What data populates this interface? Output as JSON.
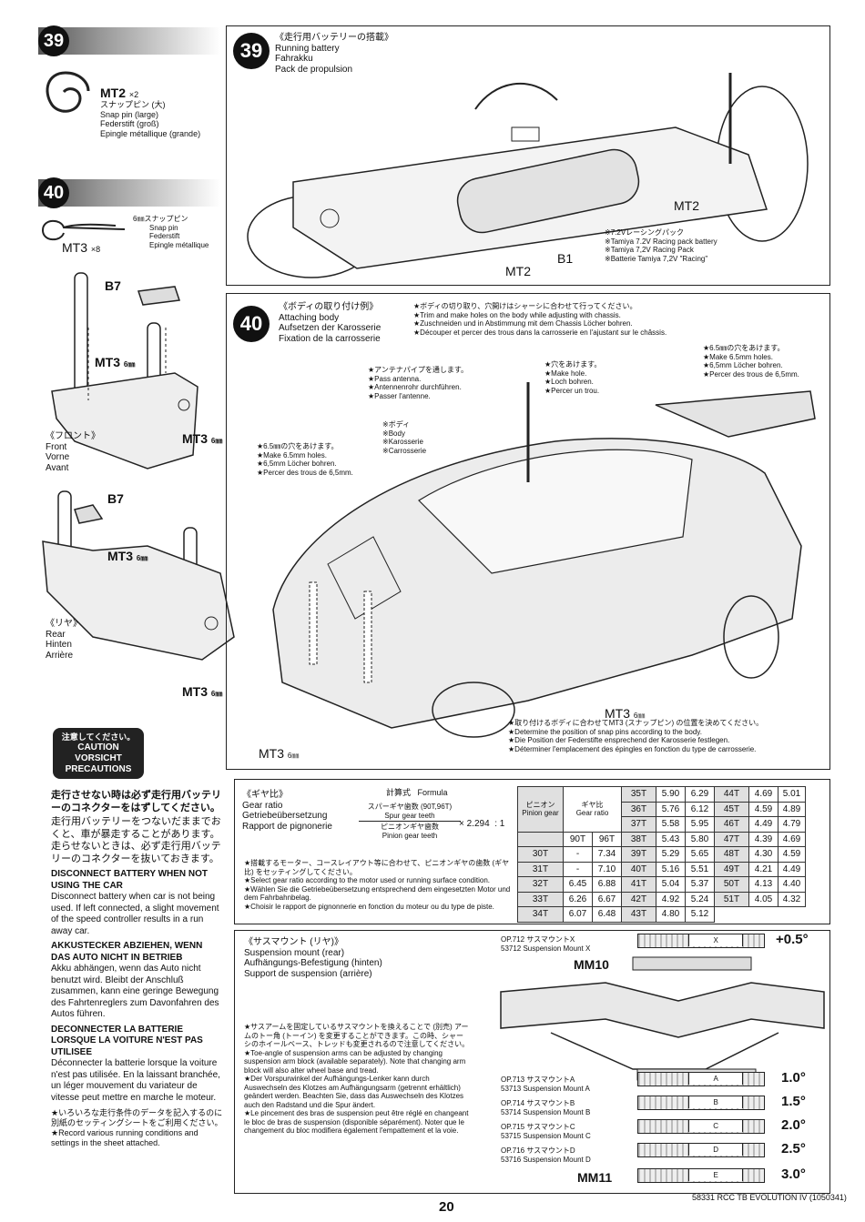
{
  "step39": {
    "number": "39",
    "part_label": "MT2",
    "part_qty": "×2",
    "part_jp": "スナップピン (大)",
    "part_en": "Snap pin (large)",
    "part_de": "Federstift (groß)",
    "part_fr": "Epingle métallique (grande)",
    "title_jp": "《走行用バッテリーの搭載》",
    "title_en": "Running battery",
    "title_de": "Fahrakku",
    "title_fr": "Pack de propulsion",
    "label_mt2_a": "MT2",
    "label_mt2_b": "MT2",
    "label_b1": "B1",
    "battery_jp": "※7.2Vレーシングパック",
    "battery_en": "※Tamiya 7.2V Racing pack battery",
    "battery_de": "※Tamiya 7,2V Racing Pack",
    "battery_fr": "※Batterie Tamiya 7,2V \"Racing\""
  },
  "step40": {
    "number": "40",
    "part_jp": "6㎜スナップピン",
    "part_en": "Snap pin",
    "part_de": "Federstift",
    "part_fr": "Epingle métallique",
    "part_label": "MT3",
    "part_qty": "×8",
    "label_b7_a": "B7",
    "label_mt3_a": "MT3",
    "label_mt3_a_unit": "6㎜",
    "label_mt3_b": "MT3",
    "label_mt3_b_unit": "6㎜",
    "front_jp": "《フロント》",
    "front_en": "Front",
    "front_de": "Vorne",
    "front_fr": "Avant",
    "label_b7_b": "B7",
    "label_mt3_c": "MT3",
    "label_mt3_c_unit": "6㎜",
    "rear_jp": "《リヤ》",
    "rear_en": "Rear",
    "rear_de": "Hinten",
    "rear_fr": "Arrière",
    "label_mt3_d": "MT3",
    "label_mt3_d_unit": "6㎜",
    "title_jp": "《ボディの取り付け例》",
    "title_en": "Attaching body",
    "title_de": "Aufsetzen der Karosserie",
    "title_fr": "Fixation de la carrosserie",
    "trim_jp": "★ボディの切り取り、穴開けはシャーシに合わせて行ってください。",
    "trim_en": "★Trim and make holes on the body while adjusting with chassis.",
    "trim_de": "★Zuschneiden und in Abstimmung mit dem Chassis Löcher bohren.",
    "trim_fr": "★Découper et percer des trous dans la carrosserie en l'ajustant sur le châssis.",
    "antenna_jp": "★アンテナパイプを通します。",
    "antenna_en": "★Pass antenna.",
    "antenna_de": "★Antennenrohr durchführen.",
    "antenna_fr": "★Passer l'antenne.",
    "hole_jp": "★穴をあけます。",
    "hole_en": "★Make hole.",
    "hole_de": "★Loch bohren.",
    "hole_fr": "★Percer un trou.",
    "h65_right_jp": "★6.5㎜の穴をあけます。",
    "h65_right_en": "★Make 6.5mm holes.",
    "h65_right_de": "★6,5mm Löcher bohren.",
    "h65_right_fr": "★Percer des trous de 6,5mm.",
    "body_jp": "※ボディ",
    "body_en": "※Body",
    "body_de": "※Karosserie",
    "body_fr": "※Carrosserie",
    "h65_left_jp": "★6.5㎜の穴をあけます。",
    "h65_left_en": "★Make 6.5mm holes.",
    "h65_left_de": "★6,5mm Löcher bohren.",
    "h65_left_fr": "★Percer des trous de 6,5mm.",
    "label_mt3_e": "MT3",
    "label_mt3_e_unit": "6㎜",
    "label_mt3_f": "MT3",
    "label_mt3_f_unit": "6㎜",
    "snap_jp": "★取り付けるボディに合わせてMT3 (スナップピン) の位置を決めてください。",
    "snap_en": "★Determine the position of snap pins according to the body.",
    "snap_de": "★Die Position der Federstifte ensprechend der Karosserie festlegen.",
    "snap_fr": "★Déterminer l'emplacement des épingles en fonction du type de carrosserie."
  },
  "caution": {
    "line1": "注意してください。",
    "line2": "CAUTION",
    "line3": "VORSICHT",
    "line4": "PRECAUTIONS",
    "jp1": "走行させない時は必ず走行用バッテリーのコネクターをはずしてください。",
    "jp2": "走行用バッテリーをつないだままでおくと、車が暴走することがあります。走らせないときは、必ず走行用バッテリーのコネクターを抜いておきます。",
    "en_head": "DISCONNECT BATTERY WHEN NOT USING THE CAR",
    "en_body": "Disconnect battery when car is not being used. If left connected, a slight movement of the speed controller results in a run away car.",
    "de_head": "AKKUSTECKER ABZIEHEN, WENN DAS AUTO NICHT IN BETRIEB",
    "de_body": "Akku abhängen, wenn das Auto nicht benutzt wird. Bleibt der Anschluß zusammen, kann eine geringe Bewegung des Fahrtenreglers zum Davonfahren des Autos führen.",
    "fr_head": "DECONNECTER LA BATTERIE LORSQUE LA VOITURE N'EST PAS UTILISEE",
    "fr_body": "Déconnecter la batterie lorsque la voiture n'est pas utilisée. En la laissant branchée, un léger mouvement du variateur de vitesse peut mettre en marche le moteur.",
    "rec_jp": "★いろいろな走行条件のデータを記入するのに別紙のセッティングシートをご利用ください。",
    "rec_en": "★Record various running conditions and settings in the sheet attached."
  },
  "gear": {
    "title_jp": "《ギヤ比》",
    "title_en": "Gear ratio",
    "title_de": "Getriebeübersetzung",
    "title_fr": "Rapport de pignonerie",
    "formula_jp": "計算式",
    "formula_en": "Formula",
    "spur_jp": "スパーギヤ歯数 (90T,96T)",
    "spur_en": "Spur gear teeth",
    "pinion_jp": "ピニオンギヤ歯数",
    "pinion_en": "Pinion gear teeth",
    "multiplier": "× 2.294",
    "ratio_suffix": ": 1",
    "note_jp": "★搭載するモーター、コースレイアウト等に合わせて、ピニオンギヤの歯数 (ギヤ比) をセッティングしてください。",
    "note_en": "★Select gear ratio according to the motor used or running surface condition.",
    "note_de": "★Wählen Sie die Getriebeübersetzung entsprechend dem eingesetzten Motor und dem Fahrbahnbelag.",
    "note_fr": "★Choisir le rapport de pignonnerie en fonction du moteur ou du type de piste.",
    "hdr_pinion_jp": "ピニオン",
    "hdr_pinion_en": "Pinion gear",
    "hdr_ratio_jp": "ギヤ比",
    "hdr_ratio_en": "Gear ratio",
    "hdr_90": "90T",
    "hdr_96": "96T",
    "rows_left": [
      {
        "p": "30T",
        "a": "-",
        "b": "7.34"
      },
      {
        "p": "31T",
        "a": "-",
        "b": "7.10"
      },
      {
        "p": "32T",
        "a": "6.45",
        "b": "6.88"
      },
      {
        "p": "33T",
        "a": "6.26",
        "b": "6.67"
      },
      {
        "p": "34T",
        "a": "6.07",
        "b": "6.48"
      }
    ],
    "rows_mid": [
      {
        "p": "35T",
        "a": "5.90",
        "b": "6.29"
      },
      {
        "p": "36T",
        "a": "5.76",
        "b": "6.12"
      },
      {
        "p": "37T",
        "a": "5.58",
        "b": "5.95"
      },
      {
        "p": "38T",
        "a": "5.43",
        "b": "5.80"
      },
      {
        "p": "39T",
        "a": "5.29",
        "b": "5.65"
      },
      {
        "p": "40T",
        "a": "5.16",
        "b": "5.51"
      },
      {
        "p": "41T",
        "a": "5.04",
        "b": "5.37"
      },
      {
        "p": "42T",
        "a": "4.92",
        "b": "5.24"
      },
      {
        "p": "43T",
        "a": "4.80",
        "b": "5.12"
      }
    ],
    "rows_right": [
      {
        "p": "44T",
        "a": "4.69",
        "b": "5.01"
      },
      {
        "p": "45T",
        "a": "4.59",
        "b": "4.89"
      },
      {
        "p": "46T",
        "a": "4.49",
        "b": "4.79"
      },
      {
        "p": "47T",
        "a": "4.39",
        "b": "4.69"
      },
      {
        "p": "48T",
        "a": "4.30",
        "b": "4.59"
      },
      {
        "p": "49T",
        "a": "4.21",
        "b": "4.49"
      },
      {
        "p": "50T",
        "a": "4.13",
        "b": "4.40"
      },
      {
        "p": "51T",
        "a": "4.05",
        "b": "4.32"
      }
    ]
  },
  "suspension": {
    "title_jp": "《サスマウント (リヤ)》",
    "title_en": "Suspension mount (rear)",
    "title_de": "Aufhängungs-Befestigung (hinten)",
    "title_fr": "Support de suspension (arrière)",
    "note_jp": "★サスアームを固定しているサスマウントを換えることで (別売) アームのトー角 (トーイン) を変更することができます。この時、シャーシのホイールベース、トレッドも変更されるので注意してください。",
    "note_en": "★Toe-angle of suspension arms can be adjusted by changing suspension arm block (available separately). Note that changing arm block will also alter wheel base and tread.",
    "note_de": "★Der Vorspurwinkel der Aufhängungs-Lenker kann durch Auswechseln des Klotzes am Aufhängungsarm (getrennt erhältlich) geändert werden. Beachten Sie, dass das Auswechseln des Klotzes auch den Radstand und die Spur ändert.",
    "note_fr": "★Le pincement des bras de suspension peut être réglé en changeant le bloc de bras de suspension (disponible séparément). Noter que le changement du bloc modifiera également l'empattement et la voie.",
    "op712_jp": "OP.712 サスマウントX",
    "op712_en": "53712 Suspension Mount X",
    "x_letter": "X",
    "x_angle": "+0.5°",
    "mm10": "MM10",
    "op713_jp": "OP.713 サスマウントA",
    "op713_en": "53713 Suspension Mount A",
    "a_letter": "A",
    "a_angle": "1.0°",
    "op714_jp": "OP.714 サスマウントB",
    "op714_en": "53714 Suspension Mount B",
    "b_letter": "B",
    "b_angle": "1.5°",
    "op715_jp": "OP.715 サスマウントC",
    "op715_en": "53715 Suspension Mount C",
    "c_letter": "C",
    "c_angle": "2.0°",
    "op716_jp": "OP.716 サスマウントD",
    "op716_en": "53716 Suspension Mount D",
    "d_letter": "D",
    "d_angle": "2.5°",
    "mm11": "MM11",
    "e_letter": "E",
    "e_angle": "3.0°"
  },
  "footer": {
    "page": "20",
    "code": "58331 RCC TB EVOLUTION IV (1050341)"
  }
}
